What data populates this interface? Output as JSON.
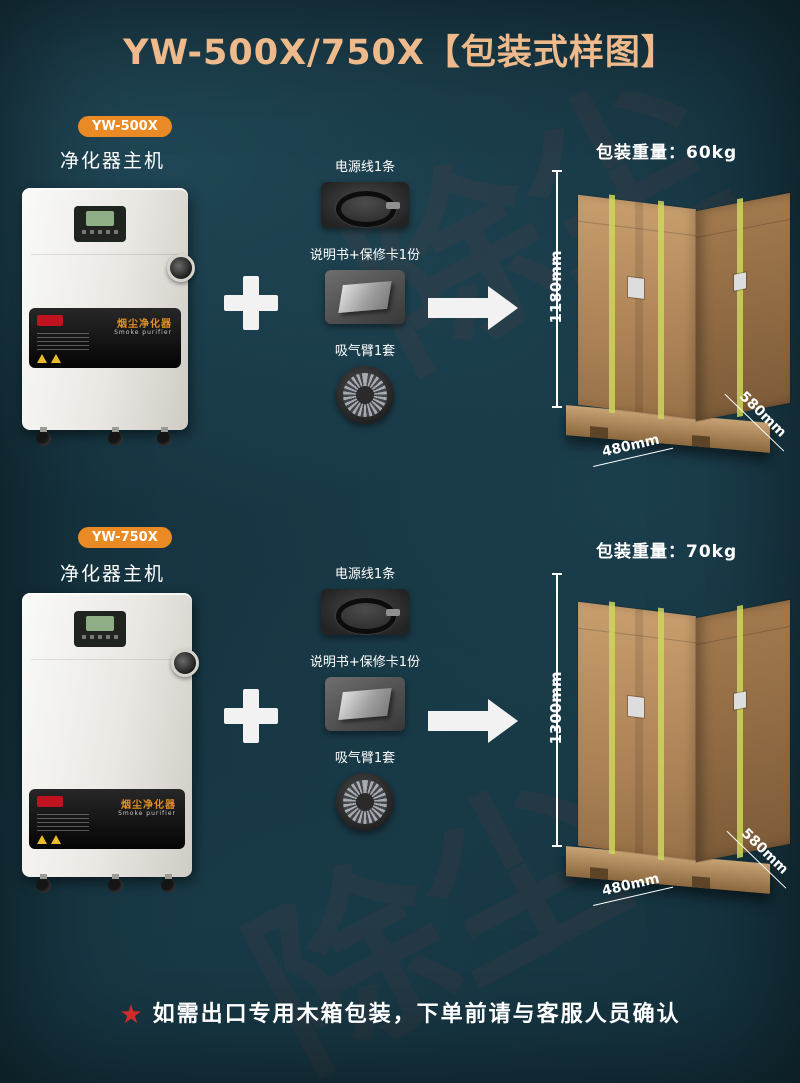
{
  "page": {
    "title": "YW-500X/750X【包装式样图】",
    "watermark": "除尘",
    "footer": {
      "star": "★",
      "note": "如需出口专用木箱包装，下单前请与客服人员确认"
    }
  },
  "colors": {
    "background": "#15333f",
    "title_accent": "#efba8b",
    "badge_orange": "#e98a24",
    "star_red": "#d42a2a",
    "strap_green": "#cdd65a",
    "carton_tan": "#bd9264"
  },
  "sections": [
    {
      "badge": "YW-500X",
      "unit_label": "净化器主机",
      "band_title": "烟尘净化器",
      "band_subtitle": "Smoke purifier",
      "accessories": [
        {
          "label": "电源线1条"
        },
        {
          "label": "说明书+保修卡1份"
        },
        {
          "label": "吸气臂1套"
        }
      ],
      "weight_label": "包装重量：60kg",
      "dimensions": {
        "height": "1180mm",
        "width": "480mm",
        "depth": "580mm"
      }
    },
    {
      "badge": "YW-750X",
      "unit_label": "净化器主机",
      "band_title": "烟尘净化器",
      "band_subtitle": "Smoke purifier",
      "accessories": [
        {
          "label": "电源线1条"
        },
        {
          "label": "说明书+保修卡1份"
        },
        {
          "label": "吸气臂1套"
        }
      ],
      "weight_label": "包装重量：70kg",
      "dimensions": {
        "height": "1300mm",
        "width": "480mm",
        "depth": "580mm"
      }
    }
  ]
}
